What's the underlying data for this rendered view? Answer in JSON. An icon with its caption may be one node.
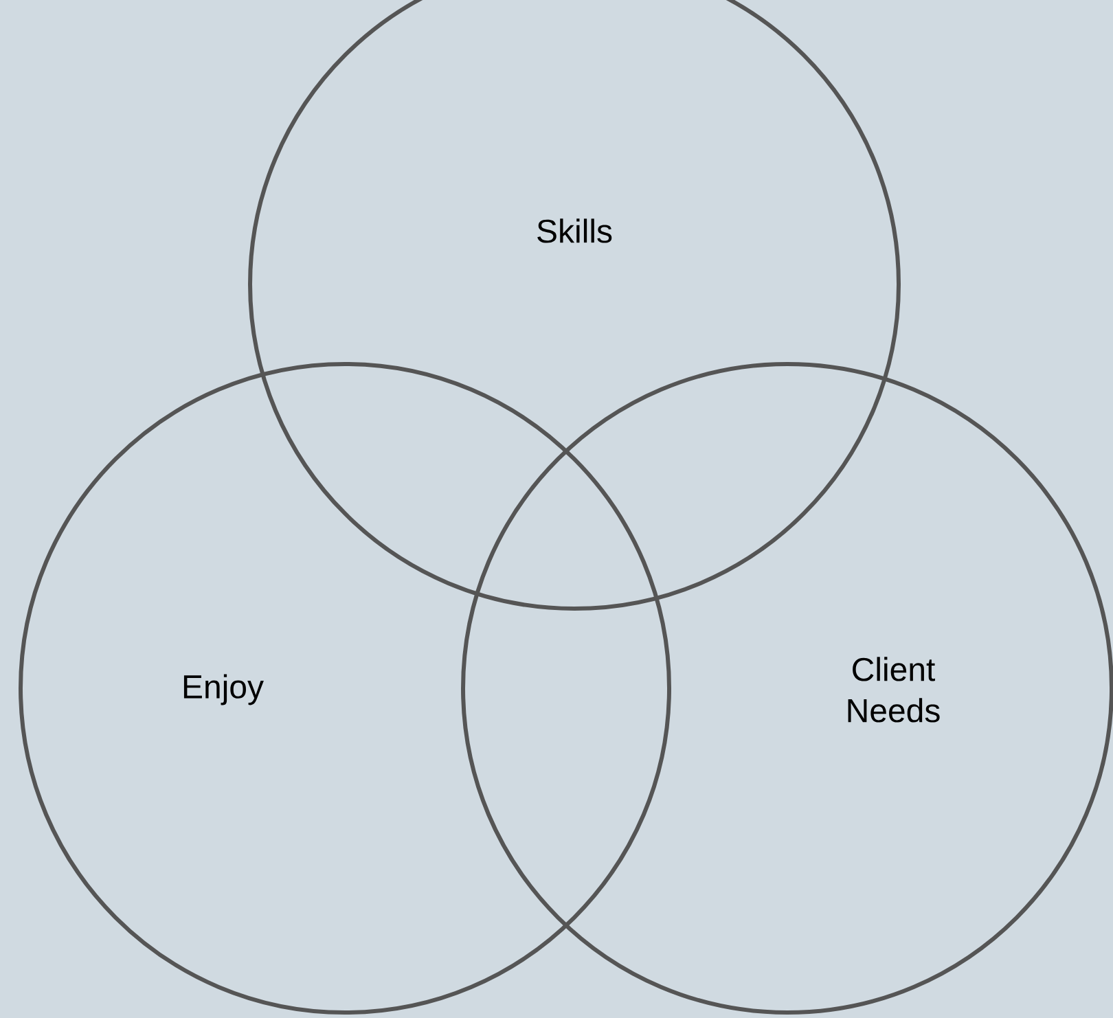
{
  "diagram": {
    "nodes": [
      {
        "text": [
          "Skills"
        ]
      },
      {
        "text": [
          "Enjoy"
        ]
      },
      {
        "text": [
          "Client Needs"
        ]
      }
    ]
  }
}
